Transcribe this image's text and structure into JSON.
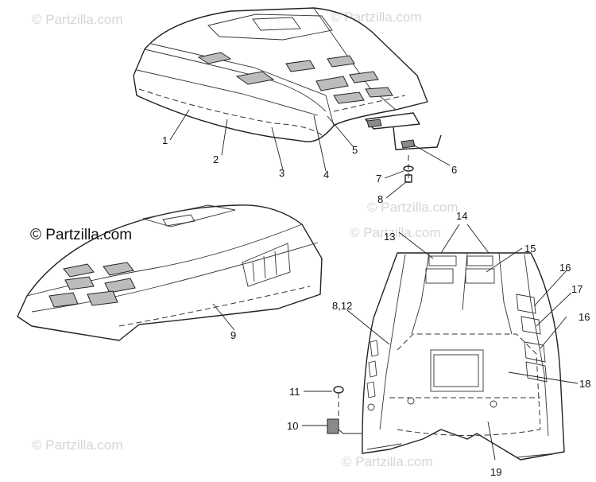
{
  "watermark": {
    "text": "© Partzilla.com",
    "main_text": "© Partzilla.com"
  },
  "callouts": {
    "c1": "1",
    "c2": "2",
    "c3": "3",
    "c4": "4",
    "c5": "5",
    "c6": "6",
    "c7": "7",
    "c8": "8",
    "c9": "9",
    "c10": "10",
    "c11": "11",
    "c13": "13",
    "c14": "14",
    "c15": "15",
    "c16a": "16",
    "c16b": "16",
    "c17": "17",
    "c18": "18",
    "c19": "19",
    "c812": "8,12"
  },
  "colors": {
    "line": "#222222",
    "watermark": "#d6d6d6",
    "background": "#ffffff"
  }
}
